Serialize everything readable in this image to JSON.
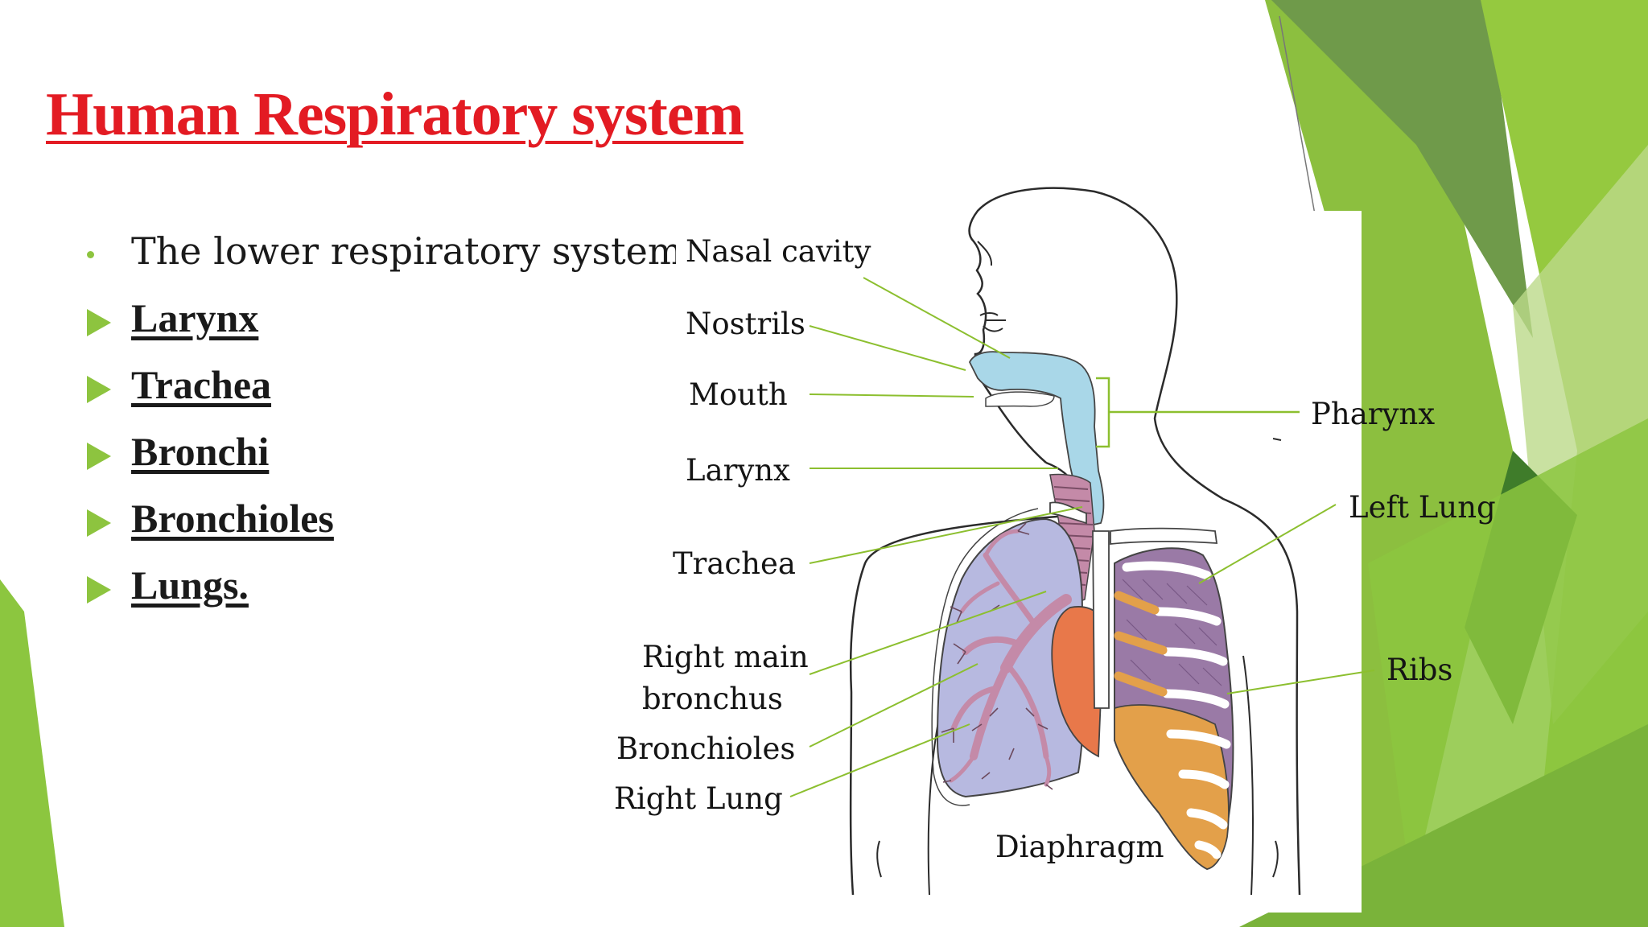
{
  "slide": {
    "title": "Human Respiratory system",
    "bullets": [
      {
        "text": "The lower respiratory system",
        "marker": "dot",
        "underline": false
      },
      {
        "text": "Larynx",
        "marker": "triangle",
        "underline": true
      },
      {
        "text": "Trachea",
        "marker": "triangle",
        "underline": true
      },
      {
        "text": "Bronchi",
        "marker": "triangle",
        "underline": true
      },
      {
        "text": "Bronchioles",
        "marker": "triangle",
        "underline": true
      },
      {
        "text": "Lungs.",
        "marker": "triangle",
        "underline": true
      }
    ]
  },
  "diagram": {
    "labels": {
      "nasal_cavity": "Nasal cavity",
      "nostrils": "Nostrils",
      "mouth": "Mouth",
      "larynx": "Larynx",
      "trachea": "Trachea",
      "right_main_bronchus_1": "Right main",
      "right_main_bronchus_2": "bronchus",
      "bronchioles": "Bronchioles",
      "right_lung": "Right Lung",
      "diaphragm": "Diaphragm",
      "pharynx": "Pharynx",
      "left_lung": "Left Lung",
      "ribs": "Ribs"
    }
  },
  "colors": {
    "title": "#e31b23",
    "bullet_marker": "#8dc43f",
    "leader_line": "#8cbf2f",
    "airway_blue": "#a9d7e8",
    "lung_lavender": "#b7b9e0",
    "bronchi_pink": "#c48aa8",
    "heart": "#e8784a",
    "rib_muscle": "#9a7aa6",
    "diaphragm_orange": "#e3a04a",
    "bg_green_dark": "#6f9a4a",
    "bg_green_light": "#9fcd3c"
  }
}
